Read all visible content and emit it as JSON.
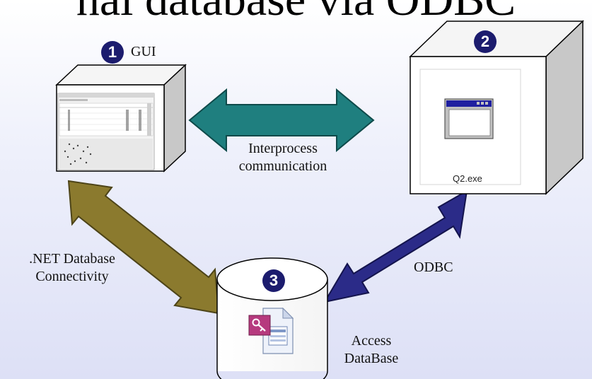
{
  "title": "nal database via ODBC",
  "nodes": {
    "gui": {
      "badge": "1",
      "label": "GUI"
    },
    "q2": {
      "badge": "2",
      "exe_label": "Q2.exe"
    },
    "db": {
      "badge": "3",
      "label_line1": "Access",
      "label_line2": "DataBase"
    }
  },
  "edges": {
    "ipc": {
      "line1": "Interprocess",
      "line2": "communication",
      "color": "#1f7f7f"
    },
    "dotnet": {
      "line1": ".NET Database",
      "line2": "Connectivity",
      "color": "#8b7a2e"
    },
    "odbc": {
      "label": "ODBC",
      "color": "#2b2b88"
    }
  }
}
